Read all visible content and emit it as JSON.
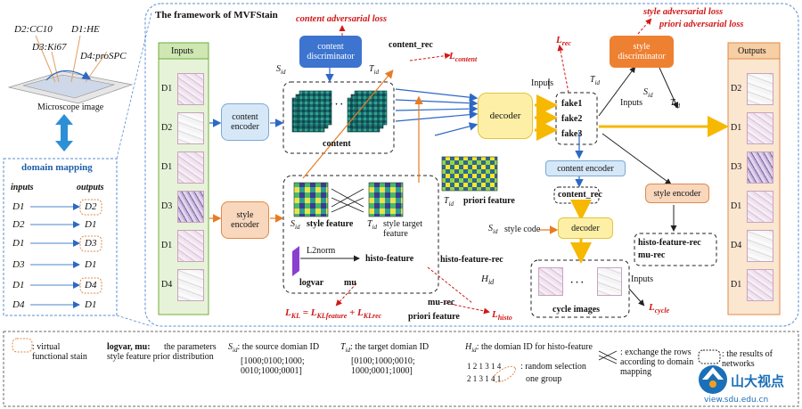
{
  "left": {
    "stain_labels": [
      "D2:CC10",
      "D1:HE",
      "D3:Ki67",
      "D4:proSPC"
    ],
    "microscope_label": "Microscope image",
    "domain_mapping_title": "domain mapping",
    "inputs_header": "inputs",
    "outputs_header": "outputs",
    "rows": [
      {
        "input": "D1",
        "output": "D2",
        "virtual": true
      },
      {
        "input": "D2",
        "output": "D1",
        "virtual": false
      },
      {
        "input": "D1",
        "output": "D3",
        "virtual": true
      },
      {
        "input": "D3",
        "output": "D1",
        "virtual": false
      },
      {
        "input": "D1",
        "output": "D4",
        "virtual": true
      },
      {
        "input": "D4",
        "output": "D1",
        "virtual": false
      }
    ]
  },
  "framework": {
    "title": "The framework of  MVFStain",
    "inputs_header": "Inputs",
    "input_rows": [
      "D1",
      "D2",
      "D1",
      "D3",
      "D1",
      "D4"
    ],
    "outputs_header": "Outputs",
    "output_rows": [
      "D2",
      "D1",
      "D3",
      "D1",
      "D4",
      "D1"
    ],
    "content_encoder": "content encoder",
    "style_encoder": "style encoder",
    "content_discriminator": "content discriminator",
    "content_adversarial_loss": "content adversarial loss",
    "content_rec": "content_rec",
    "l_content": "L",
    "l_content_sub": "content",
    "s_id": "S",
    "s_id_sub": "id",
    "t_id": "T",
    "t_id_sub": "id",
    "content": "content",
    "ellipsis": "· · ·",
    "decoder": "decoder",
    "inputs_label": "Inputs",
    "fakes": [
      "fake1",
      "fake2",
      "fake3"
    ],
    "l_rec": "L",
    "l_rec_sub": "rec",
    "style_discriminator": "style discriminator",
    "style_adversarial_loss": "style adversarial loss",
    "priori_adversarial_loss": "priori adversarial loss",
    "style_feature": "style feature",
    "style_target_feature": "style target feature",
    "priori_feature_label": "priori feature",
    "l2norm": "L2norm",
    "histo_feature": "histo-feature",
    "histo_feature_rec": "histo-feature-rec",
    "logvar": "logvar",
    "mu": "mu",
    "mu_rec": "mu-rec",
    "priori_feature": "priori feature",
    "h_id": "H",
    "h_id_sub": "id",
    "l_kl": "L",
    "l_kl_sub": "KL",
    "eq": " = L",
    "kl_feature_sub": "KLfeature",
    "plus": " + L",
    "kl_rec_sub": "KLrec",
    "l_histo": "L",
    "l_histo_sub": "histo",
    "content_encoder2": "content encoder",
    "content_rec2": "content_rec",
    "style_code": "style code",
    "decoder2": "decoder",
    "style_encoder2": "style encoder",
    "histo_feature_rec2": "histo-feature-rec",
    "mu_rec2": "mu-rec",
    "cycle_images": "cycle images",
    "inputs_label2": "Inputs",
    "l_cycle": "L",
    "l_cycle_sub": "cycle"
  },
  "legend": {
    "virtual_stain": ": virtual functional stain",
    "logvar_mu": "logvar, mu:",
    "logvar_mu_desc": "the parameters style feature prior distribution",
    "s_id": "S",
    "s_id_sub": "id",
    "s_id_desc": ": the source domian ID",
    "s_id_vals": "[1000;0100;1000; 0010;1000;0001]",
    "t_id": "T",
    "t_id_sub": "id",
    "t_id_desc": ": the target domian ID",
    "t_id_vals": "[0100;1000;0010; 1000;0001;1000]",
    "h_id": "H",
    "h_id_sub": "id",
    "h_id_desc": ": the domian ID for histo-feature",
    "h_row1": "1 2 1 3 1 4",
    "h_row2": "2 1 3 1 4 1",
    "random_selection": ": random selection",
    "one_group": "one group",
    "exchange": ": exchange the rows according to domain mapping",
    "results": ": the results of networks",
    "watermark": "山大视点",
    "watermark_url": "view.sdu.edu.cn"
  },
  "colors": {
    "blue_box": "#d6e8f7",
    "blue_border": "#7aa9d6",
    "orange_box": "#f8d7bd",
    "orange_border": "#e08a48",
    "yellow_box": "#fdf0a6",
    "yellow_border": "#e2c43f",
    "green_panel": "#e7f3d8",
    "green_border": "#6fae3c",
    "disc_blue": "#3c74cf",
    "disc_orange": "#ee8032",
    "loss_red": "#d01818",
    "arrow_yellow": "#f6b800",
    "arrow_blue": "#2d68c4",
    "arrow_orange": "#e87b24"
  }
}
